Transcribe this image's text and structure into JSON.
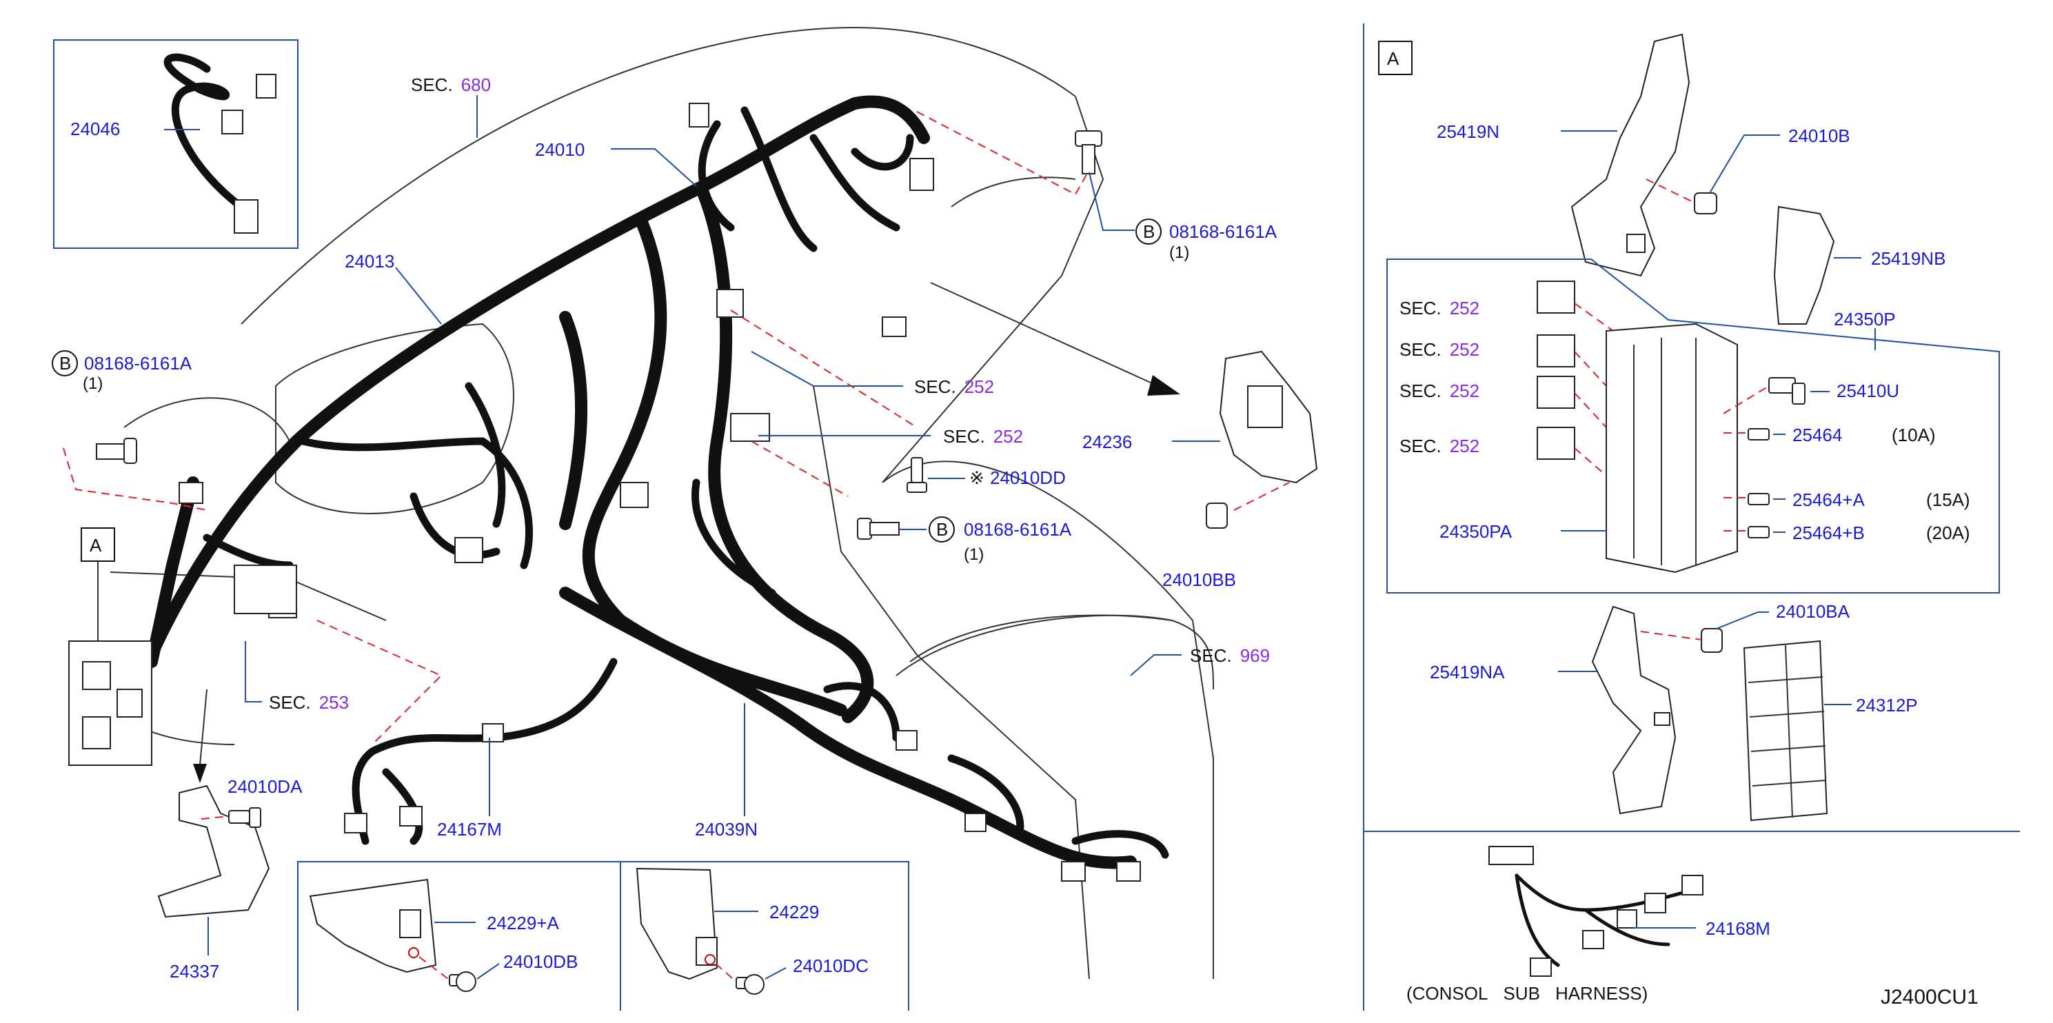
{
  "diagram": {
    "code": "J2400CU1",
    "view_marker": "A",
    "sections": {
      "s680": {
        "prefix": "SEC.",
        "num": "680"
      },
      "s252a": {
        "prefix": "SEC.",
        "num": "252"
      },
      "s252b": {
        "prefix": "SEC.",
        "num": "252"
      },
      "s253": {
        "prefix": "SEC.",
        "num": "253"
      },
      "s969": {
        "prefix": "SEC.",
        "num": "969"
      },
      "r1": {
        "prefix": "SEC.",
        "num": "252"
      },
      "r2": {
        "prefix": "SEC.",
        "num": "252"
      },
      "r3": {
        "prefix": "SEC.",
        "num": "252"
      },
      "r4": {
        "prefix": "SEC.",
        "num": "252"
      }
    },
    "bolts": {
      "b1": {
        "letter": "B",
        "part": "08168-6161A",
        "qty": "(1)"
      },
      "b2": {
        "letter": "B",
        "part": "08168-6161A",
        "qty": "(1)"
      },
      "b3": {
        "letter": "B",
        "part": "08168-6161A",
        "qty": "(1)"
      }
    },
    "parts": {
      "p24046": "24046",
      "p24010": "24010",
      "p24013": "24013",
      "p24236": "24236",
      "p24010DD": "24010DD",
      "p24010DD_mark": "※",
      "p24010BB": "24010BB",
      "p24010DA": "24010DA",
      "p24337": "24337",
      "p24167M": "24167M",
      "p24039N": "24039N",
      "p24229A": "24229+A",
      "p24010DB": "24010DB",
      "p24229": "24229",
      "p24010DC": "24010DC",
      "p25419N": "25419N",
      "p24010B": "24010B",
      "p25419NB": "25419NB",
      "p24350P": "24350P",
      "p25410U": "25410U",
      "p25464": "25464",
      "p25464A": "25464+A",
      "p25464B": "25464+B",
      "p24350PA": "24350PA",
      "p24010BA": "24010BA",
      "p25419NA": "25419NA",
      "p24312P": "24312P",
      "p24168M": "24168M"
    },
    "fuse_ratings": {
      "f10": "(10A)",
      "f15": "(15A)",
      "f20": "(20A)"
    },
    "consol_note": [
      "(CONSOL",
      "SUB",
      "HARNESS)"
    ]
  },
  "colors": {
    "part_number": "#1a1ad6",
    "section_number": "#8a2be2",
    "leader": "#1f4fa8",
    "dashed": "#e0202a"
  }
}
